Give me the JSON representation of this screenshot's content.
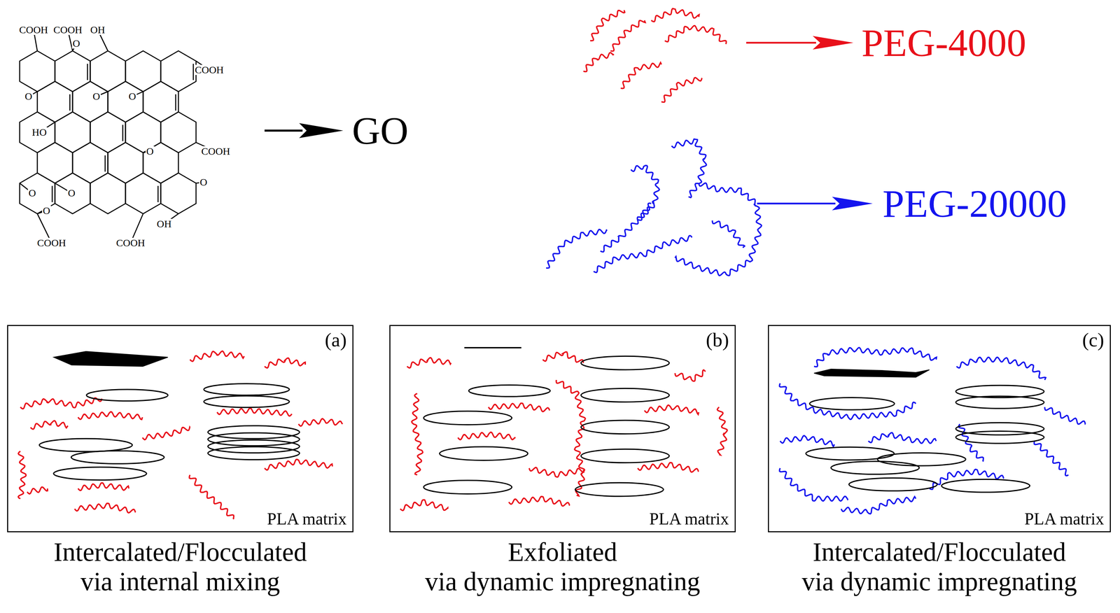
{
  "diagram": {
    "nodes": [
      {
        "text": [
          "(a)",
          "PLA matrix",
          "Intercalated/Flocculated via internal mixing"
        ]
      },
      {
        "text": [
          "(b)",
          "PLA matrix",
          "Exfoliated via dynamic impregnating"
        ]
      },
      {
        "text": [
          "(c)",
          "PLA matrix",
          "Intercalated/Flocculated via dynamic impregnating"
        ]
      }
    ],
    "labels": [
      "COOH",
      "COOH",
      "OH",
      "O",
      "COOH",
      "O",
      "O",
      "O",
      "HO",
      "O",
      "COOH",
      "O",
      "O",
      "O",
      "O",
      "OH",
      "COOH",
      "COOH",
      "GO",
      "PEG-4000",
      "PEG-20000"
    ]
  }
}
